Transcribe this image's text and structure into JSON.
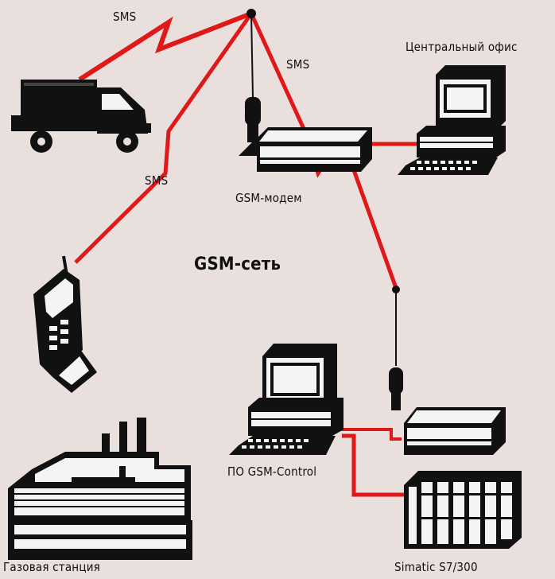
{
  "labels": {
    "sms_top": "SMS",
    "sms_center": "SMS",
    "sms_left": "SMS",
    "central_office": "Центральный офис",
    "gsm_modem": "GSM-модем",
    "gsm_network": "GSM-сеть",
    "gsm_control": "ПО GSM-Control",
    "simatic": "Simatic S7/300",
    "gas_station": "Газовая станция"
  },
  "colors": {
    "background": "#e9dfdd",
    "signal": "#e01818",
    "device": "#111111",
    "device_light": "#f4f4f4"
  }
}
